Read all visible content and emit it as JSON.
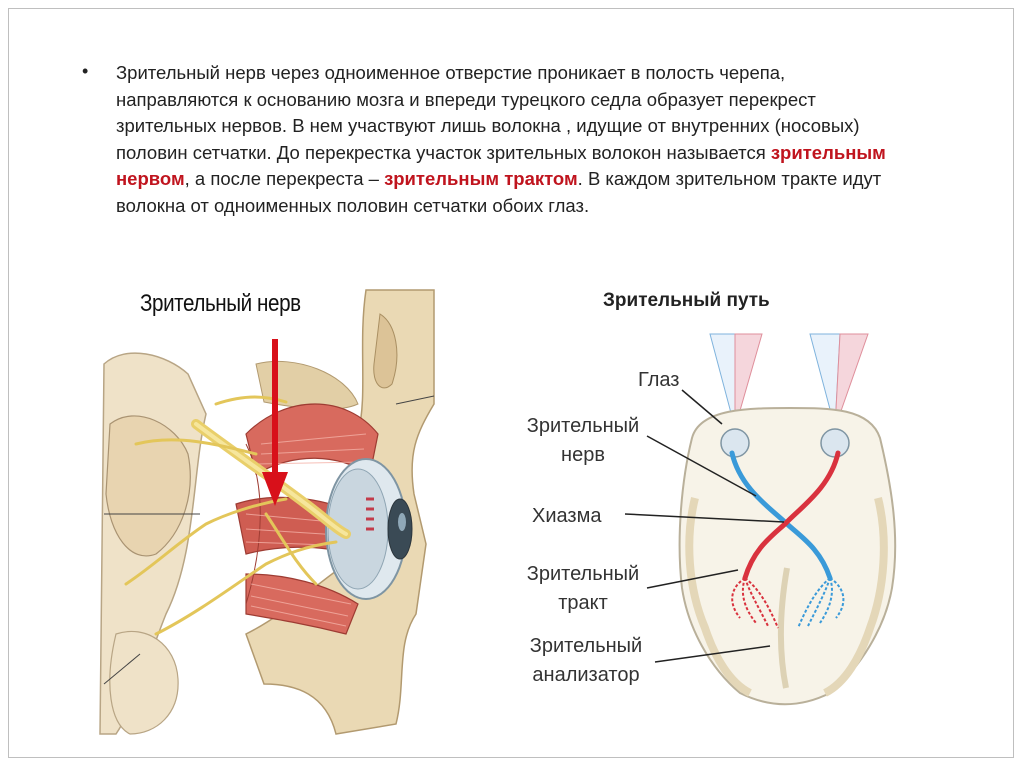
{
  "slide": {
    "bullet": "•",
    "paragraph": {
      "part1": "Зрительный нерв через одноименное отверстие проникает в полость черепа, направляются к основанию мозга и впереди турецкого седла образует перекрест зрительных нервов. В нем участвуют лишь волокна , идущие от внутренних (носовых) половин сетчатки. До перекрестка участок зрительных волокон называется ",
      "term1": "зрительным нервом",
      "part2": ", а после перекреста – ",
      "term2": "зрительным трактом",
      "part3": ". В каждом зрительном тракте идут волокна от одноименных половин сетчатки обоих глаз."
    }
  },
  "anatomy_figure": {
    "label": "Зрительный нерв"
  },
  "pathway_figure": {
    "title": "Зрительный путь",
    "labels": {
      "eye": "Глаз",
      "optic_nerve_1": "Зрительный",
      "optic_nerve_2": "нерв",
      "chiasm": "Хиазма",
      "optic_tract_1": "Зрительный",
      "optic_tract_2": "тракт",
      "analyzer_1": "Зрительный",
      "analyzer_2": "анализатор"
    }
  },
  "colors": {
    "highlight": "#c0141e",
    "left_pathway": "#d9323e",
    "right_pathway": "#3a9ad9",
    "arrow": "#d8101a"
  }
}
